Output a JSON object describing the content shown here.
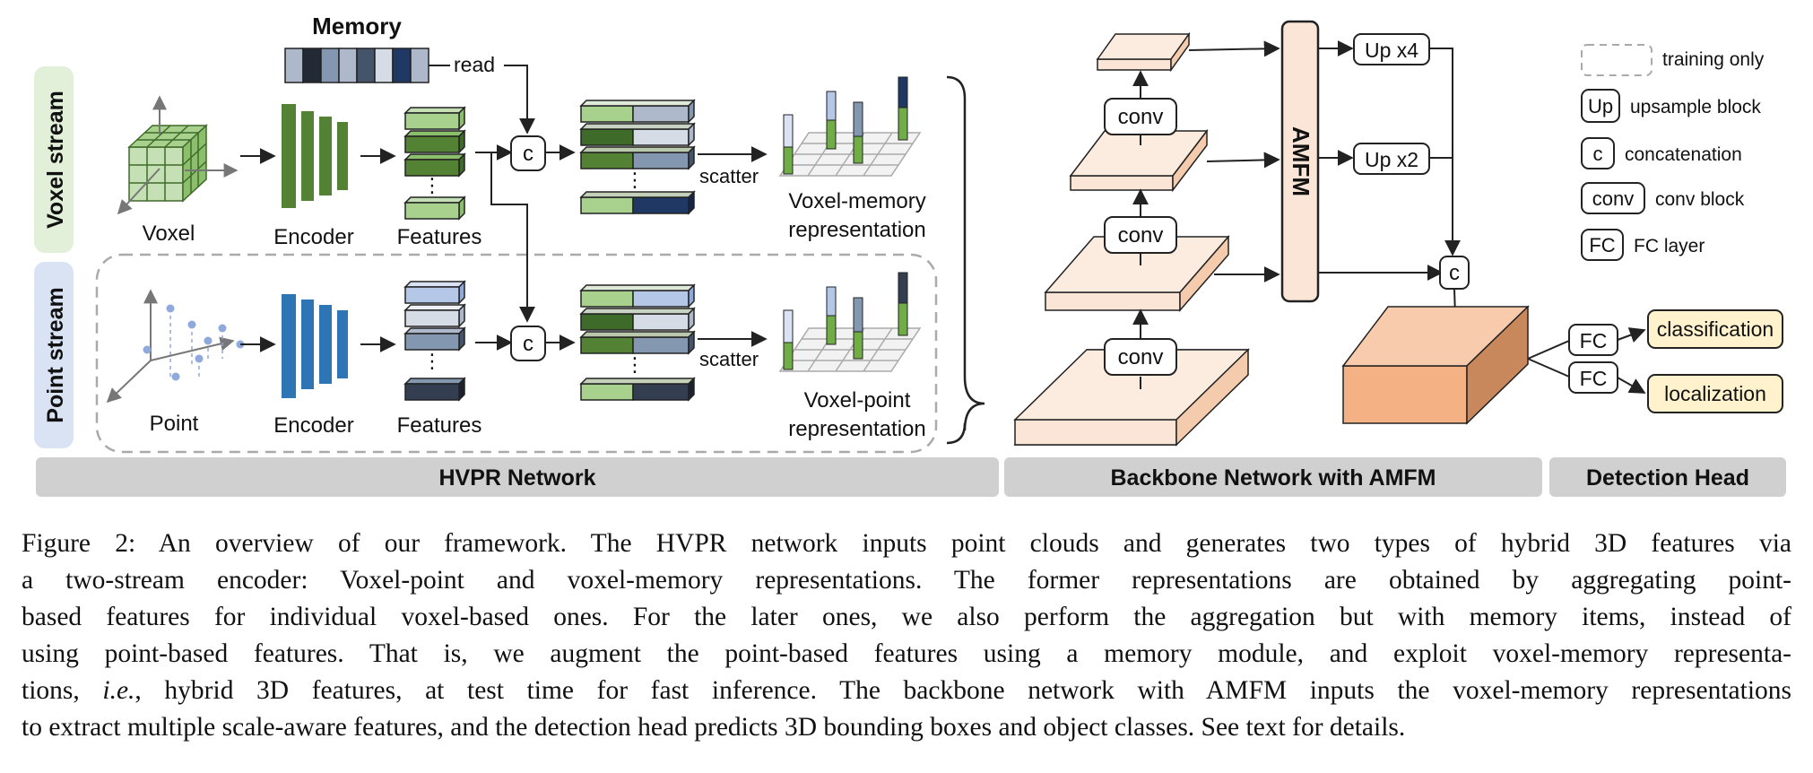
{
  "diagram": {
    "memory_title": "Memory",
    "read_label": "read",
    "voxel_stream_label": "Voxel stream",
    "point_stream_label": "Point stream",
    "voxel_label": "Voxel",
    "point_label": "Point",
    "encoder_label": "Encoder",
    "features_label": "Features",
    "concat_symbol": "c",
    "scatter_label": "scatter",
    "voxel_memory_rep": [
      "Voxel-memory",
      "representation"
    ],
    "voxel_point_rep": [
      "Voxel-point",
      "representation"
    ],
    "conv_label": "conv",
    "amfm_label": "AMFM",
    "up4_label": "Up x4",
    "up2_label": "Up x2",
    "fc_label": "FC",
    "classification_label": "classification",
    "localization_label": "localization",
    "sections": {
      "hvpr": "HVPR Network",
      "backbone": "Backbone Network with AMFM",
      "head": "Detection Head"
    },
    "legend": {
      "training_only": "training only",
      "up_symbol": "Up",
      "up_text": "upsample block",
      "c_symbol": "c",
      "c_text": "concatenation",
      "conv_symbol": "conv",
      "conv_text": "conv block",
      "fc_symbol": "FC",
      "fc_text": "FC layer"
    }
  },
  "caption": {
    "lines": [
      "Figure 2: An overview of our framework. The HVPR network inputs point clouds and generates two types of hybrid 3D features via",
      "a two-stream encoder: Voxel-point and voxel-memory representations. The former representations are obtained by aggregating point-",
      "based features for individual voxel-based ones. For the later ones, we also perform the aggregation but with memory items, instead of",
      "using point-based features. That is, we augment the point-based features using a memory module, and exploit voxel-memory representa-"
    ],
    "line5_italic": "i.e.",
    "line5_rest": ", hybrid 3D features, at test time for fast inference. The backbone network with AMFM inputs the voxel-memory representations",
    "line5_prefix": "tions, ",
    "line6": "to extract multiple scale-aware features, and the detection head predicts 3D bounding boxes and object classes. See text for details."
  },
  "colors": {
    "voxel_green": "#5b8f3a",
    "light_green": "#a8d08d",
    "dark_green": "#3e6b2a",
    "point_blue": "#2e75b6",
    "memory_navy": "#1f3864",
    "backbone_peach": "#fbe5d6",
    "head_orange": "#f4b183",
    "label_yellow": "#fff2cc",
    "section_gray": "#d0d0d0"
  }
}
